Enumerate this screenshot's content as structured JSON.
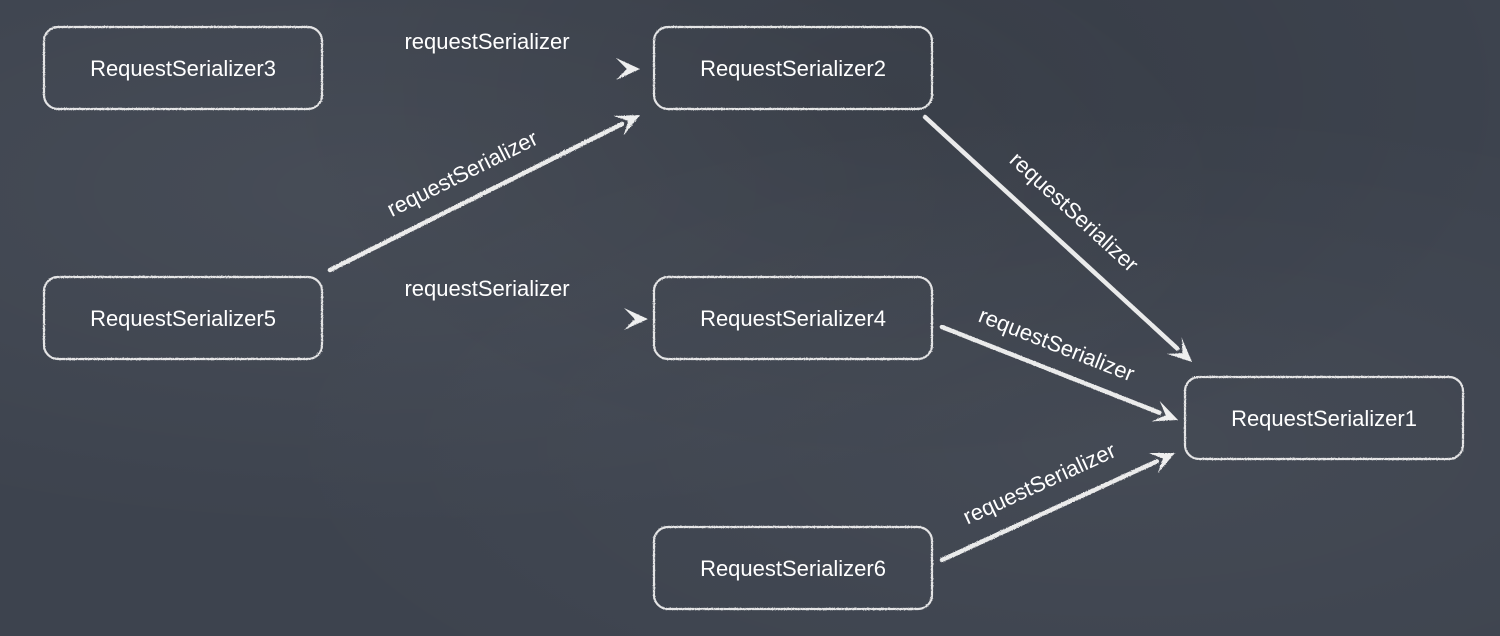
{
  "colors": {
    "background": "#3d434e",
    "chalk": "#f2f2f2"
  },
  "nodes": [
    {
      "id": "rs3",
      "label": "RequestSerializer3"
    },
    {
      "id": "rs2",
      "label": "RequestSerializer2"
    },
    {
      "id": "rs5",
      "label": "RequestSerializer5"
    },
    {
      "id": "rs4",
      "label": "RequestSerializer4"
    },
    {
      "id": "rs1",
      "label": "RequestSerializer1"
    },
    {
      "id": "rs6",
      "label": "RequestSerializer6"
    }
  ],
  "edges": [
    {
      "from": "rs3",
      "to": "rs2",
      "label": "requestSerializer"
    },
    {
      "from": "rs5",
      "to": "rs2",
      "label": "requestSerializer"
    },
    {
      "from": "rs5",
      "to": "rs4",
      "label": "requestSerializer"
    },
    {
      "from": "rs2",
      "to": "rs1",
      "label": "requestSerializer"
    },
    {
      "from": "rs4",
      "to": "rs1",
      "label": "requestSerializer"
    },
    {
      "from": "rs6",
      "to": "rs1",
      "label": "requestSerializer"
    }
  ]
}
